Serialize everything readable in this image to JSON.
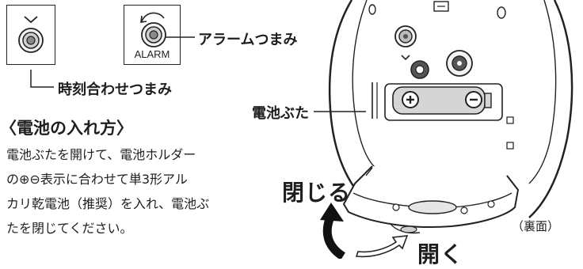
{
  "labels": {
    "alarm_knob": "アラームつまみ",
    "alarm_box_text": "ALARM",
    "time_knob": "時刻合わせつまみ",
    "battery_cover": "電池ぶた",
    "close": "閉じる",
    "open": "開く",
    "view": "（裏面）"
  },
  "section": {
    "title": "〈電池の入れ方〉",
    "lines": [
      "電池ぶたを開けて、電池ホルダー",
      "の⊕⊖表示に合わせて単3形アル",
      "カリ乾電池（推奨）を入れ、電池ぶ",
      "たを閉じてください。"
    ]
  },
  "colors": {
    "ink": "#1e1e1e",
    "light": "#f2f2f2",
    "mid": "#cfcfcf",
    "dark": "#8a8a8a"
  }
}
